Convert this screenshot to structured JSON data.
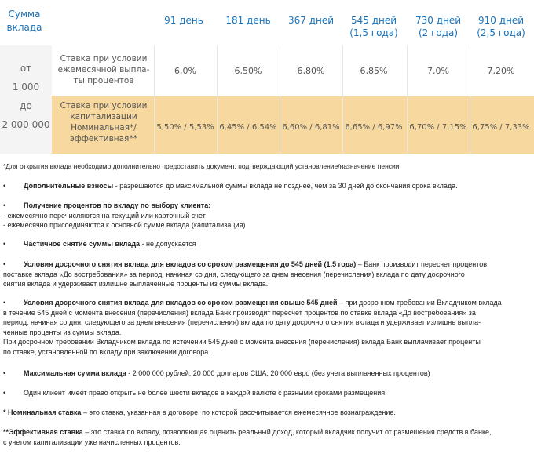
{
  "header": {
    "amount_line1": "Сумма",
    "amount_line2": "вклада",
    "terms": [
      {
        "l1": "91 день",
        "l2": ""
      },
      {
        "l1": "181 день",
        "l2": ""
      },
      {
        "l1": "367 дней",
        "l2": ""
      },
      {
        "l1": "545 дней",
        "l2": "(1,5 года)"
      },
      {
        "l1": "730 дней",
        "l2": "(2 года)"
      },
      {
        "l1": "910 дней",
        "l2": "(2,5 года)"
      }
    ]
  },
  "amount": {
    "from": "от",
    "min": "1 000",
    "to": "до",
    "max": "2 000 000"
  },
  "rows": [
    {
      "label": [
        "Ставка при условии",
        "ежемесячной выпла-",
        "ты процентов"
      ],
      "values": [
        "6,0%",
        "6,50%",
        "6,80%",
        "6,85%",
        "7,0%",
        "7,20%"
      ]
    },
    {
      "label": [
        "Ставка при условии",
        "капитализации",
        "Номинальная*/",
        "эффективная**"
      ],
      "values": [
        "5,50% / 5,53%",
        "6,45% / 6,54%",
        "6,60% / 6,81%",
        "6,65% / 6,97%",
        "6,70% / 7,15%",
        "6,75% / 7,33%"
      ]
    }
  ],
  "notes": {
    "pension": "*Для открытия вклада необходимо дополнительно предоставить документ, подтверждающий установление/назначение пенсии",
    "n1_title": "Дополнительные взносы",
    "n1_text": " - разрешаются до максимальной суммы вклада не позднее, чем за 30 дней до окончания срока вклада.",
    "n2_title": "Получение процентов по вкладу по выбору клиента:",
    "n2_line1": " - ежемесячно перечисляются на текущий или карточный счет",
    "n2_line2": " - ежемесячно присоединяются к основной сумме вклада (капитализация)",
    "n3_title": "Частичное снятие суммы вклада",
    "n3_text": " - не допускается",
    "n4_title": "Условия досрочного снятия вклада для вкладов со сроком размещения до 545 дней (1,5 года)",
    "n4_text_a": " – Банк производит пересчет процентов",
    "n4_text_b": "поставке вклада «До востребования» за период, начиная со дня, следующего за днем внесения (перечисления) вклада по дату досрочного",
    "n4_text_c": "снятия вклада и удерживает излишне выплаченные проценты из суммы вклада.",
    "n5_title": "Условия досрочного снятия вклада для вкладов со сроком размещения свыше 545 дней",
    "n5_text_a": " – при досрочном требовании Вкладчиком вклада",
    "n5_text_b": "в течение 545 дней с момента внесения (перечисления) вклада Банк производит пересчет процентов по ставке вклада «До востребования» за",
    "n5_text_c": "период, начиная со дня, следующего за днем внесения (перечисления) вклада по дату досрочного снятия вклада и удерживает излишне выпла-",
    "n5_text_d": "ченные проценты из суммы вклада.",
    "n5_text_e": " При досрочном требовании Вкладчиком вклада по истечении 545 дней с момента внесения (перечисления) вклада Банк выплачивает проценты",
    "n5_text_f": "по ставке, установленной по вкладу при заключении договора.",
    "n6_title": "Максимальная сумма вклада",
    "n6_text": " - 2 000 000 рублей, 20 000 долларов США, 20 000 евро (без учета выплаченных процентов)",
    "n7_text": "Один клиент имеет право открыть не более шести вкладов в каждой валюте с разными сроками размещения.",
    "n8_prefix": "*  ",
    "n8_title": "Номинальная ставка",
    "n8_text": " – это ставка, указанная в договоре, по которой рассчитывается ежемесячное вознаграждение.",
    "n9_title": "**Эффективная ставка",
    "n9_text_a": " – это ставка по вкладу, позволяющая оценить реальный доход, который вкладчик получит от размещения средств в банке,",
    "n9_text_b": "с учетом капитализации уже начисленных процентов.",
    "bullet": "•"
  }
}
